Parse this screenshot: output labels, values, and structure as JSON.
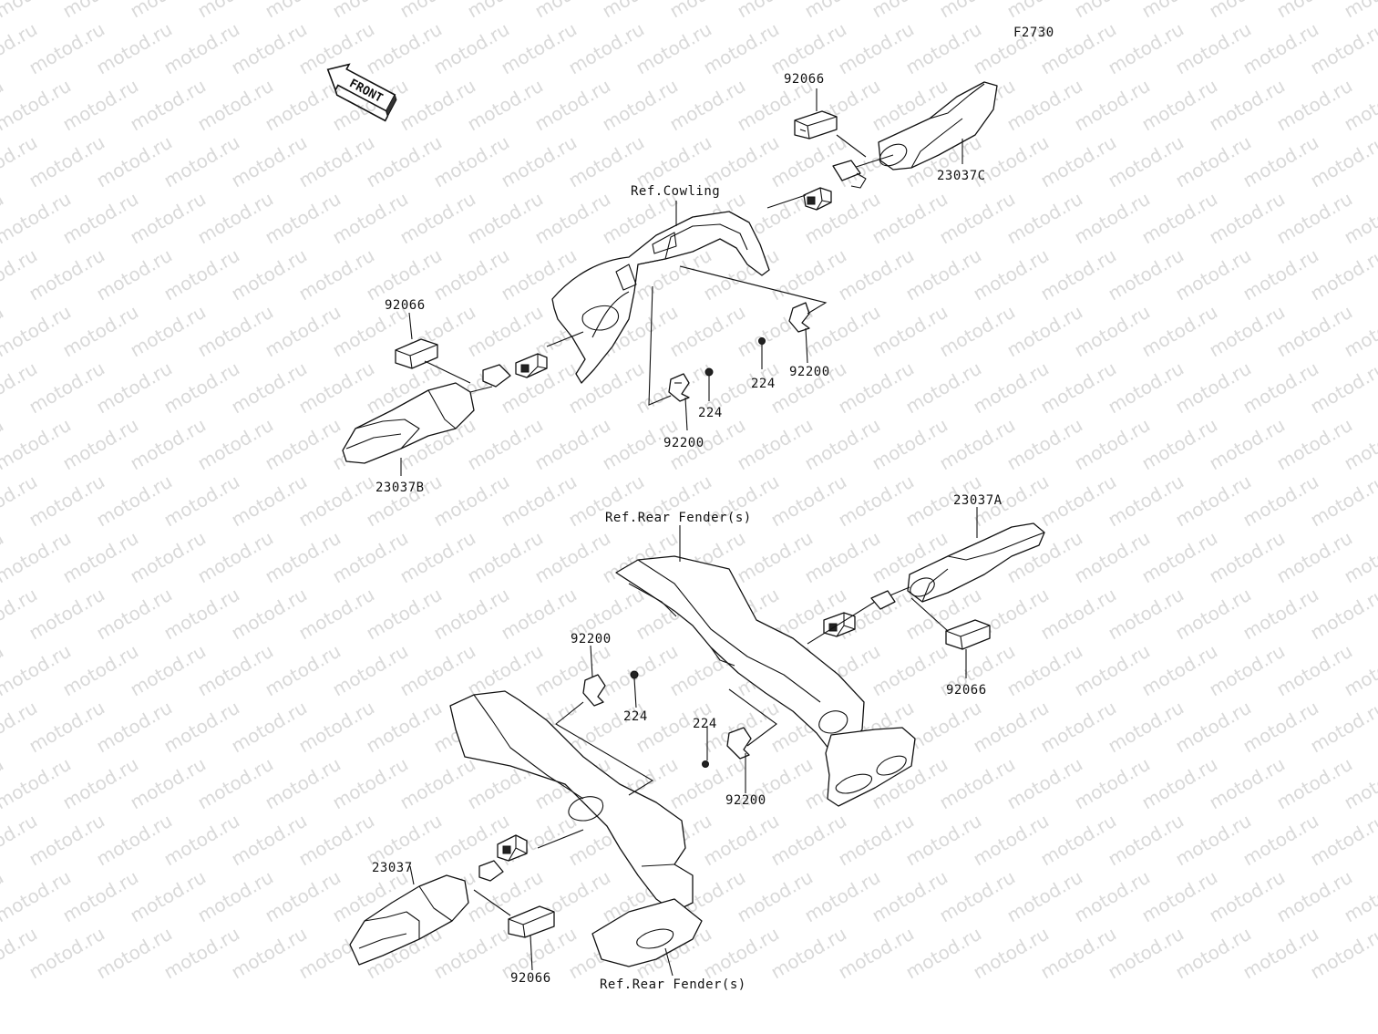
{
  "diagram": {
    "figure_code": "F2730",
    "front_arrow_text": "FRONT",
    "watermark_text": "motod.ru",
    "labels": {
      "ref_cowling": "Ref.Cowling",
      "ref_rear_fender_top": "Ref.Rear Fender(s)",
      "ref_rear_fender_bottom": "Ref.Rear Fender(s)",
      "part_92066_a": "92066",
      "part_23037c": "23037C",
      "part_92066_b": "92066",
      "part_23037b": "23037B",
      "part_224_a": "224",
      "part_92200_a": "92200",
      "part_224_b": "224",
      "part_92200_b": "92200",
      "part_23037a": "23037A",
      "part_92066_c": "92066",
      "part_92200_c": "92200",
      "part_224_c": "224",
      "part_224_d": "224",
      "part_92200_d": "92200",
      "part_23037": "23037",
      "part_92066_d": "92066"
    }
  }
}
